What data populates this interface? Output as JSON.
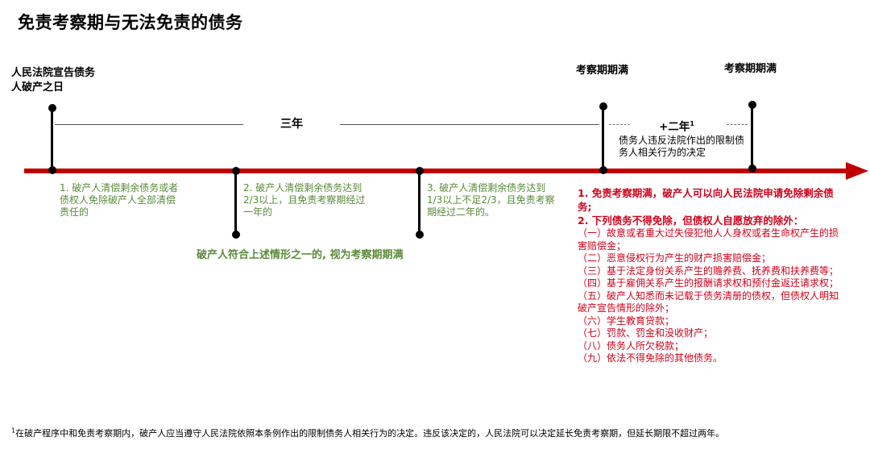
{
  "title": "免责考察期与无法免责的债务",
  "start_label": "人民法院宣告债务人破产之日",
  "expiry_label_1": "考察期期满",
  "expiry_label_2": "考察期期满",
  "span_three_years": "三年",
  "span_extension": "+二年",
  "span_extension_sup": "1",
  "extension_note": "债务人违反法院作出的限制债务人相关行为的决定",
  "conditions": [
    "1. 破产人清偿剩余债务或者债权人免除破产人全部清偿责任的",
    "2. 破产人清偿剩余债务达到2/3以上，且免责考察期经过一年的",
    "3. 破产人清偿剩余债务达到1/3以上不足2/3，且免责考察期经过二年的。"
  ],
  "conclusion": "破产人符合上述情形之一的, 视为考察期期满",
  "red_heading_1": "1.  免责考察期满，破产人可以向人民法院申请免除剩余债务;",
  "red_heading_2": "2.  下列债务不得免除，但债权人自愿放弃的除外：",
  "red_items": [
    "（一）故意或者重大过失侵犯他人人身权或者生命权产生的损害赔偿金；",
    "（二）恶意侵权行为产生的财产损害赔偿金；",
    "（三）基于法定身份关系产生的赡养费、抚养费和扶养费等；",
    "（四）基于雇佣关系产生的报酬请求权和预付金返还请求权；",
    "（五）破产人知悉而未记载于债务清册的债权，但债权人明知破产宣告情形的除外；",
    "（六）学生教育贷款；",
    "（七）罚款、罚金和没收财产；",
    "（八）债务人所欠税款；",
    "（九）依法不得免除的其他债务。"
  ],
  "footnote_sup": "1",
  "footnote": "在破产程序中和免责考察期内，破产人应当遵守人民法院依照本条例作出的限制债务人相关行为的决定。违反该决定的，人民法院可以决定延长免责考察期，但延长期限不超过两年。",
  "colors": {
    "timeline": "#c00000",
    "green": "#5a8a3a",
    "red": "#d0021b"
  }
}
